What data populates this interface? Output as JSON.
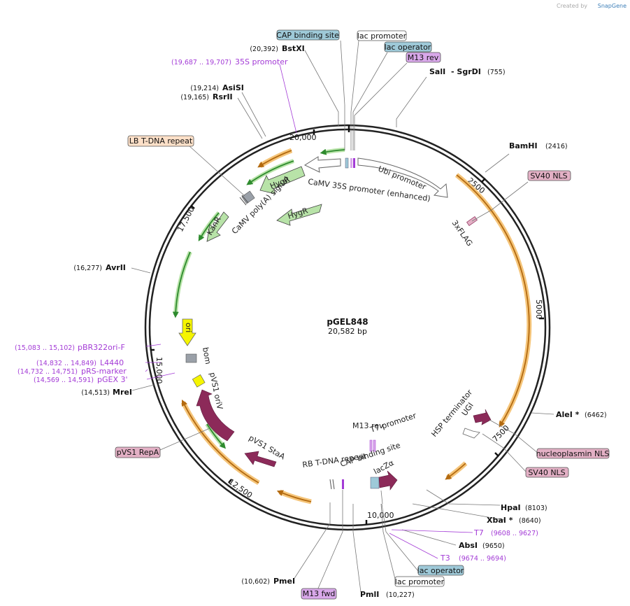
{
  "credit": {
    "created_by": "Created by",
    "brand": "SnapGene"
  },
  "plasmid": {
    "name": "pGEL848",
    "size": "20,582 bp"
  },
  "ticks": [
    "2500",
    "5000",
    "7500",
    "10,000",
    "12,500",
    "15,000",
    "17,500",
    "20,000"
  ],
  "enzymes": {
    "bstxi": {
      "pos": "(20,392)",
      "name": "BstXI"
    },
    "asisi": {
      "pos": "(19,214)",
      "name": "AsiSI"
    },
    "rsrii": {
      "pos": "(19,165)",
      "name": "RsrII"
    },
    "sali": {
      "name": "SalI",
      "name2": "- SgrDI",
      "pos": "(755)"
    },
    "bamhi": {
      "name": "BamHI",
      "pos": "(2416)"
    },
    "avrii": {
      "pos": "(16,277)",
      "name": "AvrII"
    },
    "mrei": {
      "pos": "(14,513)",
      "name": "MreI"
    },
    "alei": {
      "name": "AleI *",
      "pos": "(6462)"
    },
    "hpai": {
      "name": "HpaI",
      "pos": "(8103)"
    },
    "xbai": {
      "name": "XbaI *",
      "pos": "(8640)"
    },
    "absi": {
      "name": "AbsI",
      "pos": "(9650)"
    },
    "pmei": {
      "pos": "(10,602)",
      "name": "PmeI"
    },
    "pmli": {
      "name": "PmlI",
      "pos": "(10,227)"
    }
  },
  "primers": {
    "p35s": {
      "pos": "(19,687 .. 19,707)",
      "name": "35S promoter"
    },
    "pbr": {
      "pos": "(15,083 .. 15,102)",
      "name": "pBR322ori-F"
    },
    "l4440": {
      "pos": "(14,832 .. 14,849)",
      "name": "L4440"
    },
    "prs": {
      "pos": "(14,732 .. 14,751)",
      "name": "pRS-marker"
    },
    "pgex": {
      "pos": "(14,569 .. 14,591)",
      "name": "pGEX 3'"
    },
    "t7": {
      "name": "T7",
      "pos": "(9608 .. 9627)"
    },
    "t3": {
      "name": "T3",
      "pos": "(9674 .. 9694)"
    }
  },
  "boxes": {
    "cap_top": "CAP binding site",
    "lac_prom_top": "lac promoter",
    "lac_op_top": "lac operator",
    "m13rev_top": "M13 rev",
    "lb_tdna": "LB T-DNA repeat",
    "sv40_top": "SV40 NLS",
    "nucleoplasmin": "nucleoplasmin NLS",
    "sv40_bottom": "SV40 NLS",
    "pvs1_repa": "pVS1 RepA",
    "lac_op_bottom": "lac operator",
    "lac_prom_bottom": "lac promoter",
    "m13fwd": "M13 fwd"
  },
  "features": {
    "ubi": "Ubi promoter",
    "camv35s": "CaMV 35S promoter (enhanced)",
    "hygr1": "HygR",
    "hygr2": "HygR",
    "camv_polya": "CaMV poly(A) signal",
    "kanr": "KanR",
    "ori": "ori",
    "bom": "bom",
    "pvs1_oriv": "pVS1 oriV",
    "pvs1_staa": "pVS1 StaA",
    "rb_tdna": "RB T-DNA repeat",
    "cap_inner": "CAP binding site",
    "lacz": "lacZα",
    "m13rev_inner": "M13 rev",
    "t7prom": "T7 promoter",
    "hsp": "HSP terminator",
    "ugi": "UGI",
    "flag": "3xFLAG"
  },
  "colors": {
    "backbone": "#222222",
    "cds_orange": "#f5c57a",
    "cds_green": "#b8e3a8",
    "arrow_green": "#2e8b2e",
    "maroon": "#8c2a59",
    "yellow": "#f5f500",
    "gray_feature": "#9aa0a8",
    "box_blue": "#9ec9d8",
    "box_pink": "#e3b0c5",
    "box_violet": "#d9a8ea",
    "box_peach": "#fde0c8",
    "primer": "#a33bd6"
  }
}
